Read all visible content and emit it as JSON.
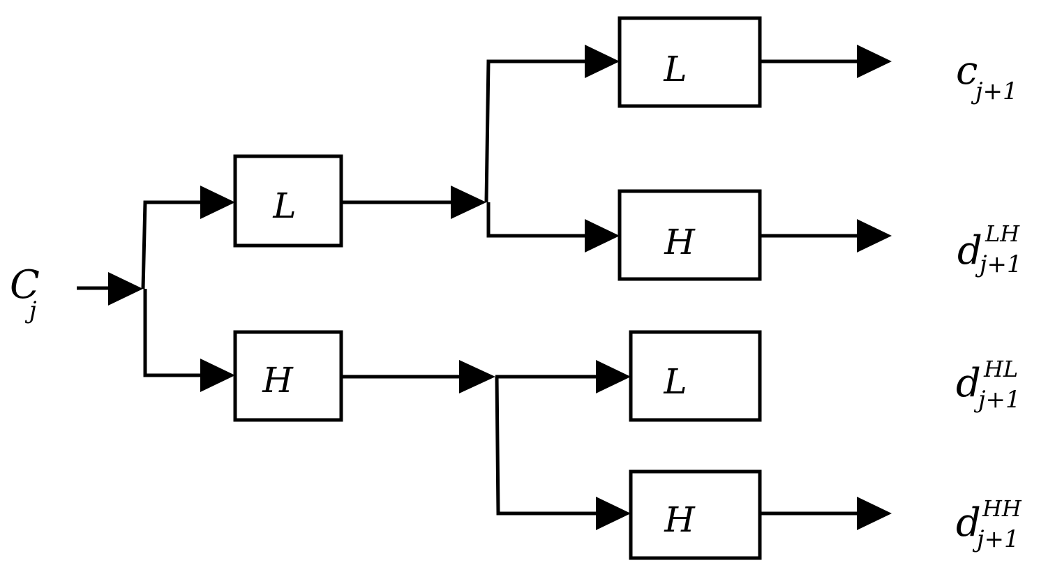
{
  "input": {
    "main": "C",
    "sub": "j"
  },
  "stage1": {
    "low_filter": "L",
    "high_filter": "H"
  },
  "stage2": {
    "low_branch": {
      "low_filter": "L",
      "high_filter": "H"
    },
    "high_branch": {
      "low_filter": "L",
      "high_filter": "H"
    }
  },
  "outputs": {
    "ll": {
      "main": "c",
      "sub": "j+1",
      "sup": ""
    },
    "lh": {
      "main": "d",
      "sub": "j+1",
      "sup": "LH"
    },
    "hl": {
      "main": "d",
      "sub": "j+1",
      "sup": "HL"
    },
    "hh": {
      "main": "d",
      "sub": "j+1",
      "sup": "HH"
    }
  }
}
